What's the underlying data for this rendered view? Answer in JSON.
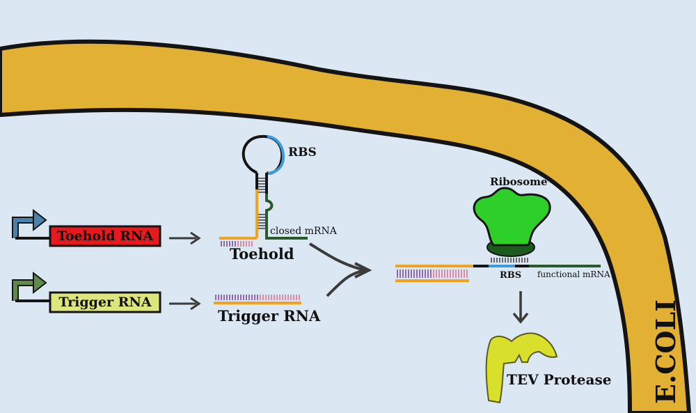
{
  "colors": {
    "background": "#dbe8f3",
    "membrane": "#e2b033",
    "toehold_gene": "#e8191c",
    "trigger_gene": "#dbe67d",
    "promoter_toehold": "#4b81ad",
    "promoter_trigger": "#5e8a4a",
    "orange_strand": "#f2a31d",
    "rbs_blue": "#3e9bd8",
    "dark_green_strand": "#2a5a2a",
    "ribosome": "#2fcf2a",
    "ribosome_base": "#1d5a1d",
    "protease": "#d8e02b",
    "purple_bases": "#7a3d8f",
    "pink_bases": "#e06a8a"
  },
  "icons": {
    "promoter_toehold": "promoter-arrow-icon",
    "promoter_trigger": "promoter-arrow-icon",
    "arrow": "right-arrow-icon",
    "merge": "merge-arrow-icon",
    "down": "down-arrow-icon"
  },
  "labels": {
    "toehold_gene": "Toehold RNA",
    "trigger_gene": "Trigger RNA",
    "rbs_hairpin": "RBS",
    "closed_mrna": "closed mRNA",
    "toehold": "Toehold",
    "trigger_rna": "Trigger RNA",
    "ribosome": "Ribosome",
    "rbs_open": "RBS",
    "functional_mrna": "functional mRNA",
    "tev_protease": "TEV Protease",
    "ecoli": "E.COLI"
  }
}
